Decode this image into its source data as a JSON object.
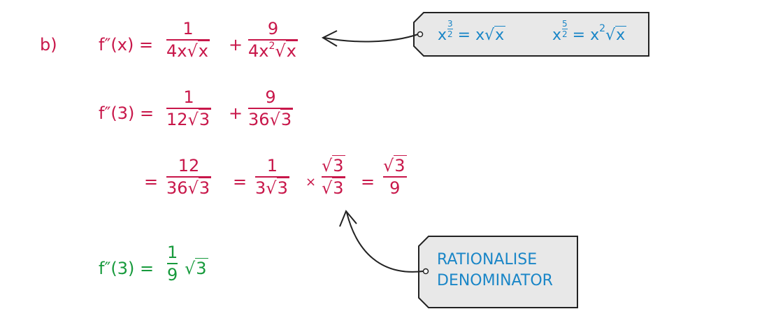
{
  "part_label": "b)",
  "line1": {
    "lhs": "f″(x) =",
    "frac1": {
      "num": "1",
      "den_coef": "4x",
      "den_root": "x"
    },
    "plus": "+",
    "frac2": {
      "num": "9",
      "den_coef": "4x",
      "den_exp": "2",
      "den_root": "x"
    }
  },
  "tag1": {
    "left": {
      "base": "x",
      "exp_num": "3",
      "exp_den": "2",
      "eq": "=",
      "coef": "x",
      "root": "x"
    },
    "right": {
      "base": "x",
      "exp_num": "5",
      "exp_den": "2",
      "eq": "=",
      "coef": "x",
      "coef_exp": "2",
      "root": "x"
    }
  },
  "line2": {
    "lhs": "f″(3) =",
    "frac1": {
      "num": "1",
      "den_coef": "12",
      "den_root": "3"
    },
    "plus": "+",
    "frac2": {
      "num": "9",
      "den_coef": "36",
      "den_root": "3"
    }
  },
  "line3": {
    "eq1": "=",
    "frac1": {
      "num": "12",
      "den_coef": "36",
      "den_root": "3"
    },
    "eq2": "=",
    "frac2": {
      "num": "1",
      "den_coef": "3",
      "den_root": "3"
    },
    "times": "×",
    "frac3": {
      "num_root": "3",
      "den_root": "3"
    },
    "eq3": "=",
    "frac4": {
      "num_root": "3",
      "den": "9"
    }
  },
  "tag2": {
    "line1": "RATIONALISE",
    "line2": "DENOMINATOR"
  },
  "line4": {
    "lhs": "f″(3) =",
    "frac": {
      "num": "1",
      "den": "9"
    },
    "root": "3"
  },
  "colors": {
    "working": "#c8174a",
    "answer": "#179a3c",
    "note": "#1a86c7",
    "tag_fill": "#e8e8e8"
  }
}
